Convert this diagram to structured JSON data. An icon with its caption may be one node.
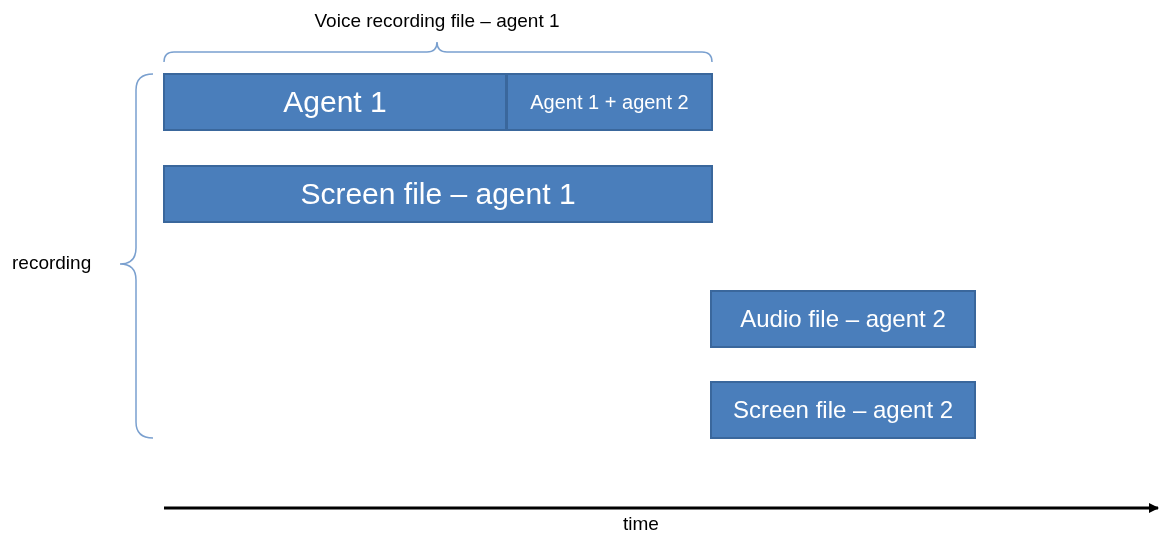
{
  "diagram": {
    "nodes": [
      {
        "text": [
          "Agent 1"
        ]
      },
      {
        "text": [
          "Agent 1 + agent 2"
        ]
      },
      {
        "text": [
          "Screen file – agent 1"
        ]
      },
      {
        "text": [
          "Audio file – agent 2"
        ]
      },
      {
        "text": [
          "Screen file – agent 2"
        ]
      }
    ],
    "edges": [],
    "labels": [
      "Voice recording file – agent 1",
      "recording",
      "time"
    ]
  }
}
